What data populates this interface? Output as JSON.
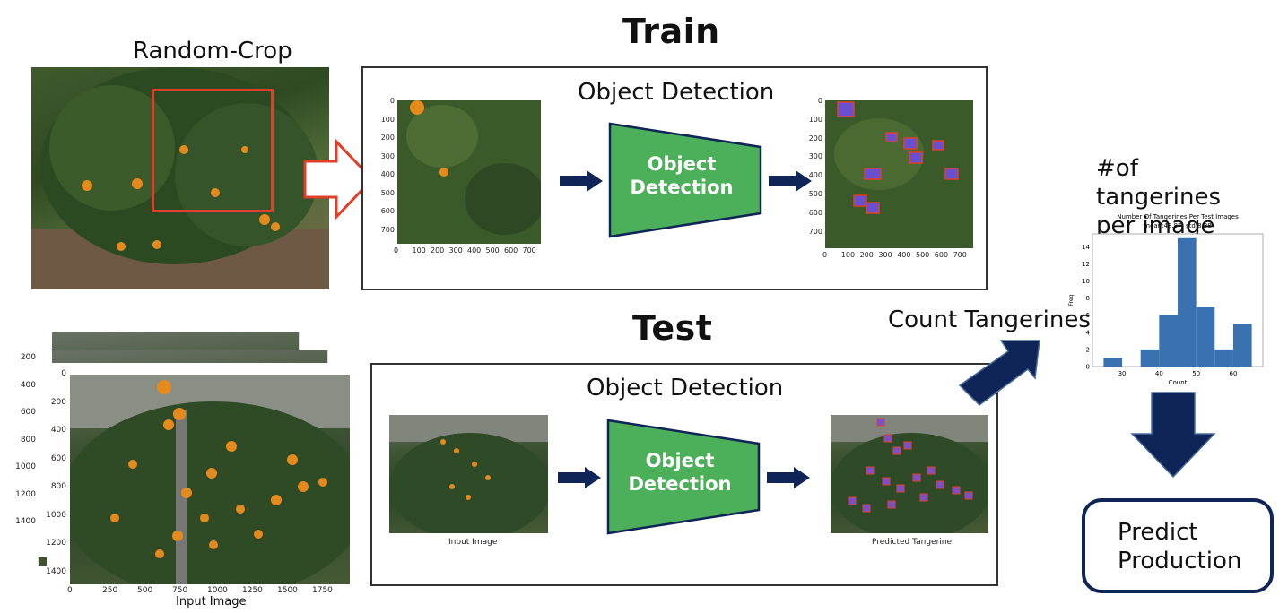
{
  "random_crop_label": "Random-Crop",
  "train": {
    "title": "Train",
    "panel_label": "Object Detection",
    "detector_label": "Object Detection",
    "left_x_ticks": [
      "0",
      "100",
      "200",
      "300",
      "400",
      "500",
      "600",
      "700"
    ],
    "left_y_ticks": [
      "0",
      "100",
      "200",
      "300",
      "400",
      "500",
      "600",
      "700"
    ],
    "right_x_ticks": [
      "0",
      "100",
      "200",
      "300",
      "400",
      "500",
      "600",
      "700"
    ],
    "right_y_ticks": [
      "0",
      "100",
      "200",
      "300",
      "400",
      "500",
      "600",
      "700"
    ]
  },
  "test": {
    "title": "Test",
    "panel_label": "Object Detection",
    "detector_label": "Object Detection",
    "input_caption": "Input Image",
    "output_caption": "Predicted Tangerine"
  },
  "input_stack": {
    "x_ticks": [
      "0",
      "250",
      "500",
      "750",
      "1000",
      "1250",
      "1500",
      "1750"
    ],
    "y_ticks": [
      "0",
      "200",
      "400",
      "600",
      "800",
      "1000",
      "1200",
      "1400"
    ],
    "back_y_ticks": [
      "200",
      "400",
      "600",
      "800",
      "1000",
      "1200",
      "1400"
    ],
    "caption": "Input Image"
  },
  "count_label": "Count Tangerines",
  "hist_heading": "#of tangerines per image",
  "predict_label": "Predict Production",
  "colors": {
    "navy": "#0f2557",
    "green": "#4caf5a",
    "red": "#e0402a",
    "bar": "#3a71b0"
  },
  "chart_data": {
    "type": "bar",
    "title": "Number Of Tangerines Per Test Images",
    "subtitle": "mean:48.87, std:8.38",
    "xlabel": "Count",
    "ylabel": "Freq",
    "x_ticks": [
      30,
      40,
      50,
      60
    ],
    "y_ticks": [
      0,
      2,
      4,
      6,
      8,
      10,
      12,
      14
    ],
    "xlim": [
      22,
      68
    ],
    "ylim": [
      0,
      15.5
    ],
    "bins": [
      {
        "start": 25,
        "end": 30,
        "value": 1
      },
      {
        "start": 30,
        "end": 35,
        "value": 0
      },
      {
        "start": 35,
        "end": 40,
        "value": 2
      },
      {
        "start": 40,
        "end": 45,
        "value": 6
      },
      {
        "start": 45,
        "end": 50,
        "value": 15
      },
      {
        "start": 50,
        "end": 55,
        "value": 7
      },
      {
        "start": 55,
        "end": 60,
        "value": 2
      },
      {
        "start": 60,
        "end": 65,
        "value": 5
      }
    ]
  }
}
